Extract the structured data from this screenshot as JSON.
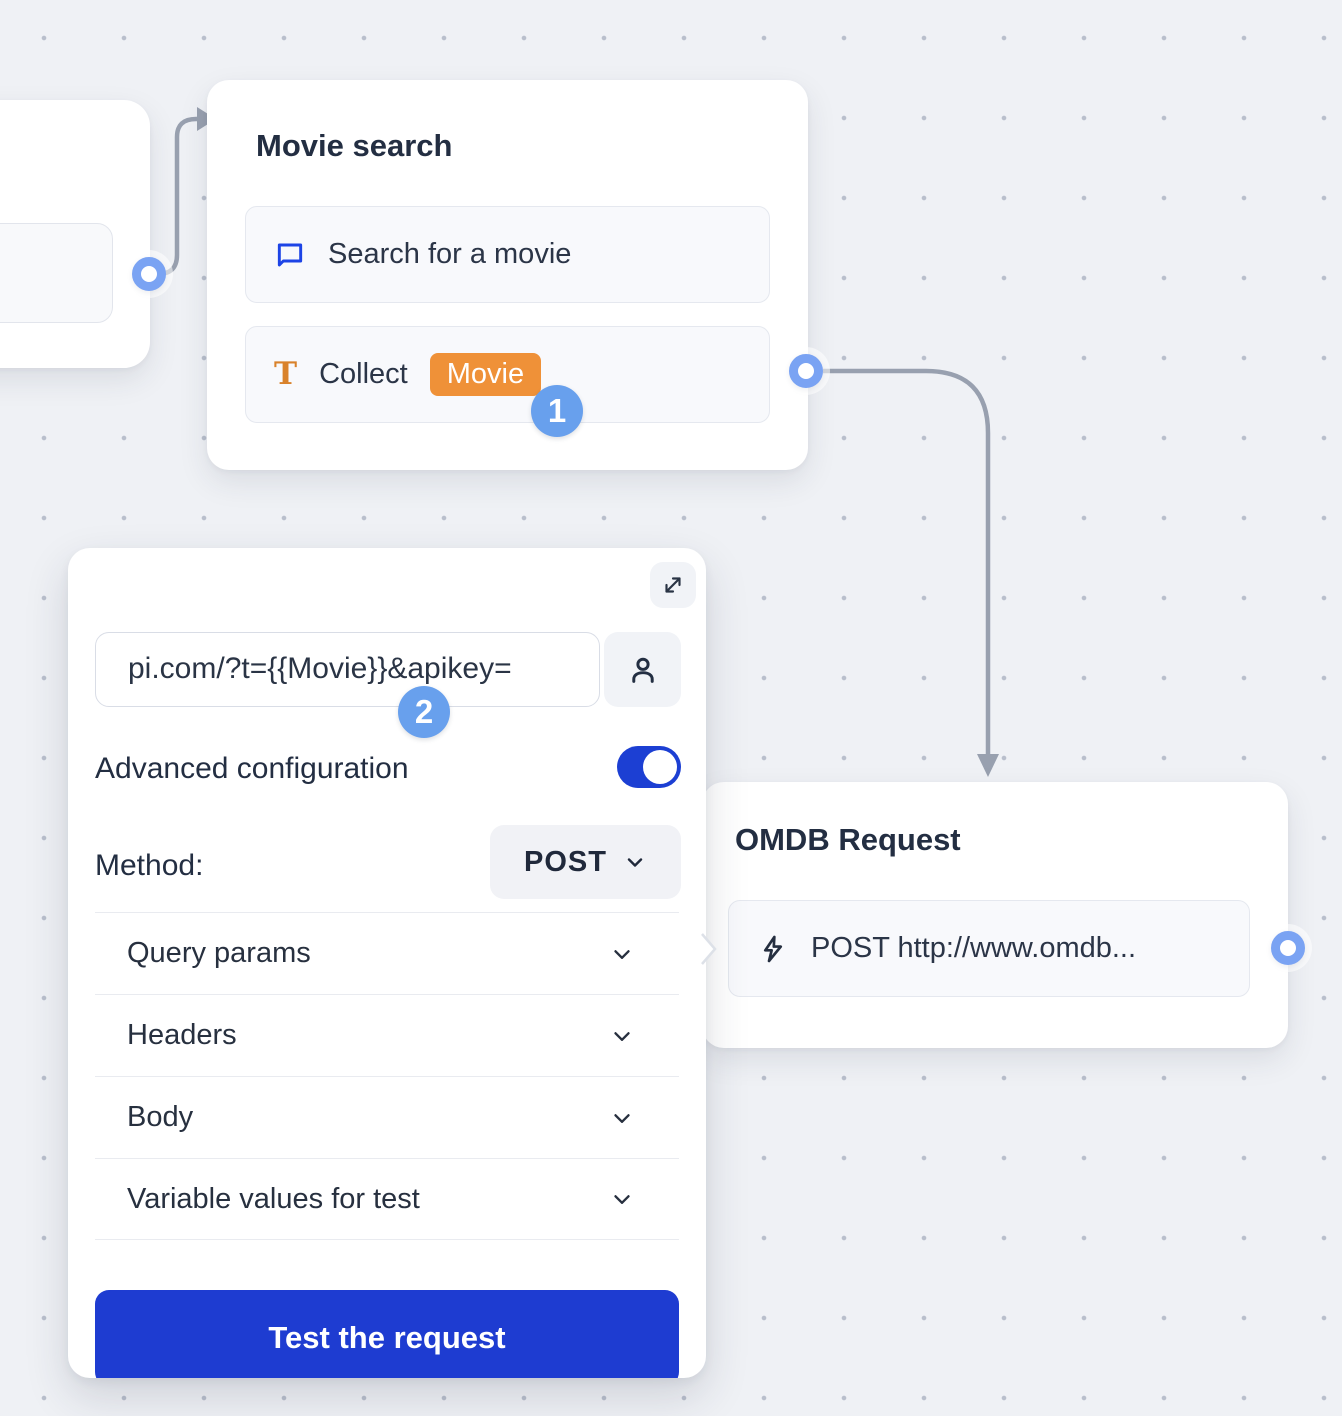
{
  "canvas": {
    "background_color": "#eff1f5",
    "dot_grid_color": "#b9bfcc",
    "connector_color": "#98a0af"
  },
  "colors": {
    "accent_blue": "#1e3cd1",
    "icon_blue": "#1d44e6",
    "chip_orange": "#ef9138",
    "icon_orange": "#d9822b",
    "port_blue": "#7aa3f3",
    "step_badge_blue": "#68a0ed",
    "text_dark": "#232e42"
  },
  "nodes": {
    "movie_search": {
      "title": "Movie search",
      "rows": [
        {
          "icon": "chat-bubble-icon",
          "label": "Search for a movie"
        },
        {
          "icon": "text-input-icon",
          "label": "Collect",
          "variable_chip": "Movie"
        }
      ],
      "step_badge": "1"
    },
    "omdb_request": {
      "title": "OMDB Request",
      "row": {
        "icon": "lightning-icon",
        "label": "POST http://www.omdb..."
      }
    }
  },
  "editor_panel": {
    "expand_icon": "expand-diagonal-icon",
    "url_input_value": "pi.com/?t={{Movie}}&apikey=",
    "user_button_icon": "person-icon",
    "step_badge": "2",
    "advanced_configuration_label": "Advanced configuration",
    "advanced_configuration_enabled": true,
    "method_label": "Method:",
    "method_value": "POST",
    "sections": [
      {
        "label": "Query params"
      },
      {
        "label": "Headers"
      },
      {
        "label": "Body"
      },
      {
        "label": "Variable values for test"
      }
    ],
    "test_button_label": "Test the request"
  }
}
